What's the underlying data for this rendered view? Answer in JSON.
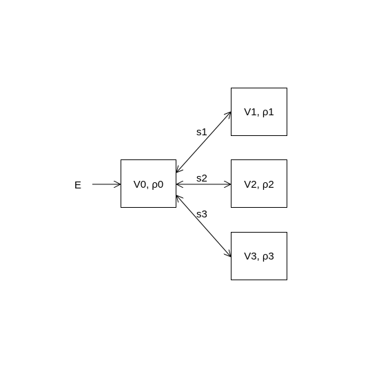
{
  "diagram": {
    "input_label": "E",
    "nodes": [
      {
        "id": "v0",
        "label": "V0, ρ0"
      },
      {
        "id": "v1",
        "label": "V1, ρ1"
      },
      {
        "id": "v2",
        "label": "V2, ρ2"
      },
      {
        "id": "v3",
        "label": "V3, ρ3"
      }
    ],
    "edges": [
      {
        "from": "input",
        "to": "v0",
        "label": "",
        "directed": true,
        "bidirectional": false
      },
      {
        "from": "v0",
        "to": "v1",
        "label": "s1",
        "bidirectional": true
      },
      {
        "from": "v0",
        "to": "v2",
        "label": "s2",
        "bidirectional": true
      },
      {
        "from": "v0",
        "to": "v3",
        "label": "s3",
        "bidirectional": true
      }
    ],
    "colors": {
      "stroke": "#000000",
      "background": "#ffffff"
    }
  }
}
